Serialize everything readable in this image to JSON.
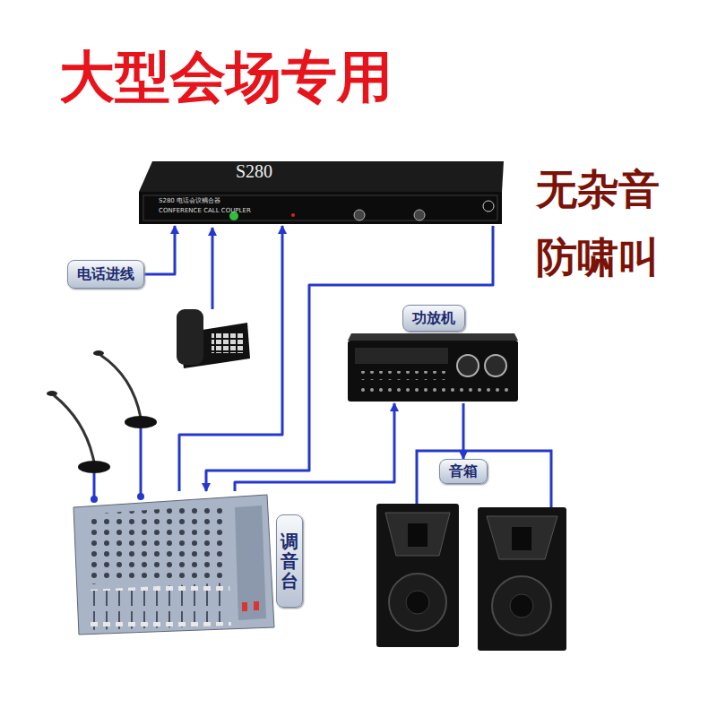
{
  "diagram": {
    "title": "大型会场专用",
    "nodes": [
      {
        "text": [
          "S280",
          "S280 电话会议耦合器",
          "CONFERENCE CALL COUPLER"
        ]
      },
      {
        "text": [
          "电话进线"
        ]
      },
      {
        "text": [
          "功放机"
        ]
      },
      {
        "text": [
          "音箱"
        ]
      },
      {
        "text": [
          "调音台"
        ]
      }
    ],
    "edges": [
      {
        "from": 1,
        "to": 0,
        "arrow": "to"
      },
      {
        "from": 4,
        "to": 0,
        "arrow": "to"
      },
      {
        "from": 0,
        "to": 4,
        "arrow": "to"
      },
      {
        "from": 4,
        "to": 2,
        "arrow": "to"
      },
      {
        "from": 2,
        "to": 3,
        "arrow": "to"
      }
    ],
    "labels": [
      "无杂音",
      "防啸叫"
    ]
  }
}
